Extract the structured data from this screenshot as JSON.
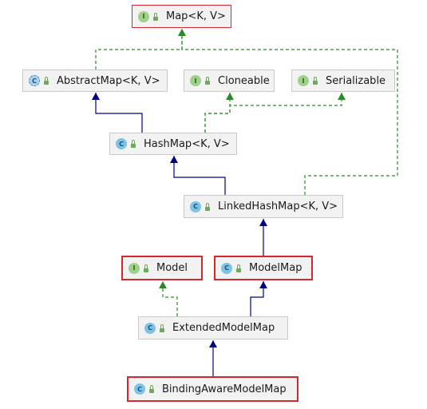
{
  "colors": {
    "extends_edge": "#000080",
    "implements_edge": "#2a8a2a",
    "highlight_border": "#d9252e",
    "node_background": "#f2f2f2"
  },
  "nodes": [
    {
      "id": "map",
      "label": "Map<K, V>",
      "kind": "interface",
      "badge": "I",
      "highlighted": true
    },
    {
      "id": "abstractmap",
      "label": "AbstractMap<K, V>",
      "kind": "abstract-class",
      "badge": "C",
      "highlighted": false
    },
    {
      "id": "cloneable",
      "label": "Cloneable",
      "kind": "interface",
      "badge": "I",
      "highlighted": false
    },
    {
      "id": "serializable",
      "label": "Serializable",
      "kind": "interface",
      "badge": "I",
      "highlighted": false
    },
    {
      "id": "hashmap",
      "label": "HashMap<K, V>",
      "kind": "class",
      "badge": "C",
      "highlighted": false
    },
    {
      "id": "linkedhashmap",
      "label": "LinkedHashMap<K, V>",
      "kind": "class",
      "badge": "C",
      "highlighted": false
    },
    {
      "id": "model",
      "label": "Model",
      "kind": "interface",
      "badge": "I",
      "highlighted": true
    },
    {
      "id": "modelmap",
      "label": "ModelMap",
      "kind": "class",
      "badge": "C",
      "highlighted": true
    },
    {
      "id": "extendedmodelmap",
      "label": "ExtendedModelMap",
      "kind": "class",
      "badge": "C",
      "highlighted": false
    },
    {
      "id": "bindingawaremodelmap",
      "label": "BindingAwareModelMap",
      "kind": "class",
      "badge": "C",
      "highlighted": true
    }
  ],
  "edges": [
    {
      "from": "abstractmap",
      "to": "map",
      "type": "implements"
    },
    {
      "from": "hashmap",
      "to": "abstractmap",
      "type": "extends"
    },
    {
      "from": "hashmap",
      "to": "cloneable",
      "type": "implements"
    },
    {
      "from": "hashmap",
      "to": "serializable",
      "type": "implements"
    },
    {
      "from": "linkedhashmap",
      "to": "hashmap",
      "type": "extends"
    },
    {
      "from": "linkedhashmap",
      "to": "map",
      "type": "implements"
    },
    {
      "from": "modelmap",
      "to": "linkedhashmap",
      "type": "extends"
    },
    {
      "from": "extendedmodelmap",
      "to": "modelmap",
      "type": "extends"
    },
    {
      "from": "extendedmodelmap",
      "to": "model",
      "type": "implements"
    },
    {
      "from": "bindingawaremodelmap",
      "to": "extendedmodelmap",
      "type": "extends"
    }
  ]
}
